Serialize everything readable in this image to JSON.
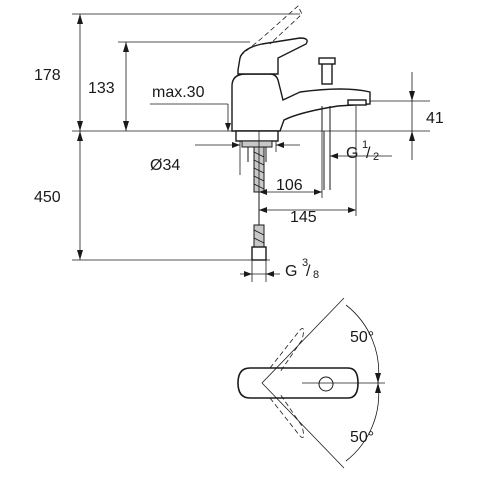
{
  "dimensions": {
    "overall_height": "178",
    "lever_height": "133",
    "max_deck": "max.30",
    "spout_height": "41",
    "connection_half": "G",
    "connection_half_num": "1",
    "connection_half_den": "2",
    "hole_diameter": "Ø34",
    "hose_length": "450",
    "spout_offset": "106",
    "spout_reach": "145",
    "connection_38": "G",
    "connection_38_num": "3",
    "connection_38_den": "8",
    "rotation_upper": "50°",
    "rotation_lower": "50°"
  }
}
